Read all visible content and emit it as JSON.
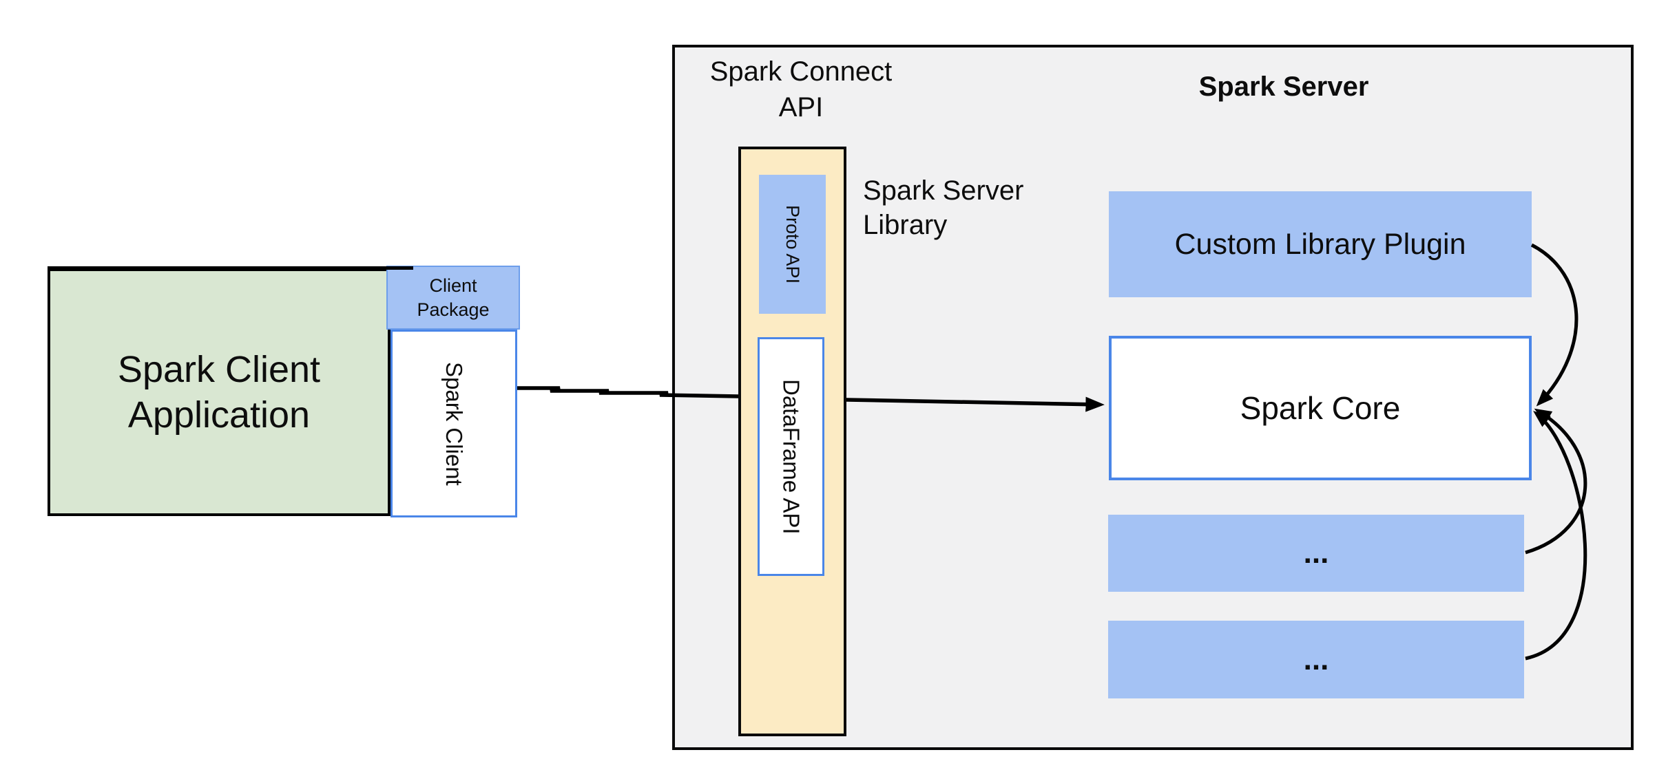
{
  "client": {
    "app_line1": "Spark Client",
    "app_line2": "Application",
    "package_line1": "Client",
    "package_line2": "Package",
    "spark_client": "Spark Client"
  },
  "connect": {
    "title_line1": "Spark Connect",
    "title_line2": "API",
    "proto_api": "Proto API",
    "dataframe_api": "DataFrame API",
    "library_line1": "Spark Server",
    "library_line2": "Library"
  },
  "server": {
    "title": "Spark Server",
    "plugin": "Custom Library Plugin",
    "core": "Spark Core",
    "module1": "...",
    "module2": "..."
  },
  "colors": {
    "client_app_fill": "#d9e7d2",
    "blue_fill": "#a4c2f4",
    "blue_border": "#4a86e8",
    "package_border": "#6d9eeb",
    "library_column_fill": "#fcebc4",
    "server_panel_fill": "#f1f1f2",
    "line_color": "#000000",
    "page_background": "#ffffff"
  }
}
